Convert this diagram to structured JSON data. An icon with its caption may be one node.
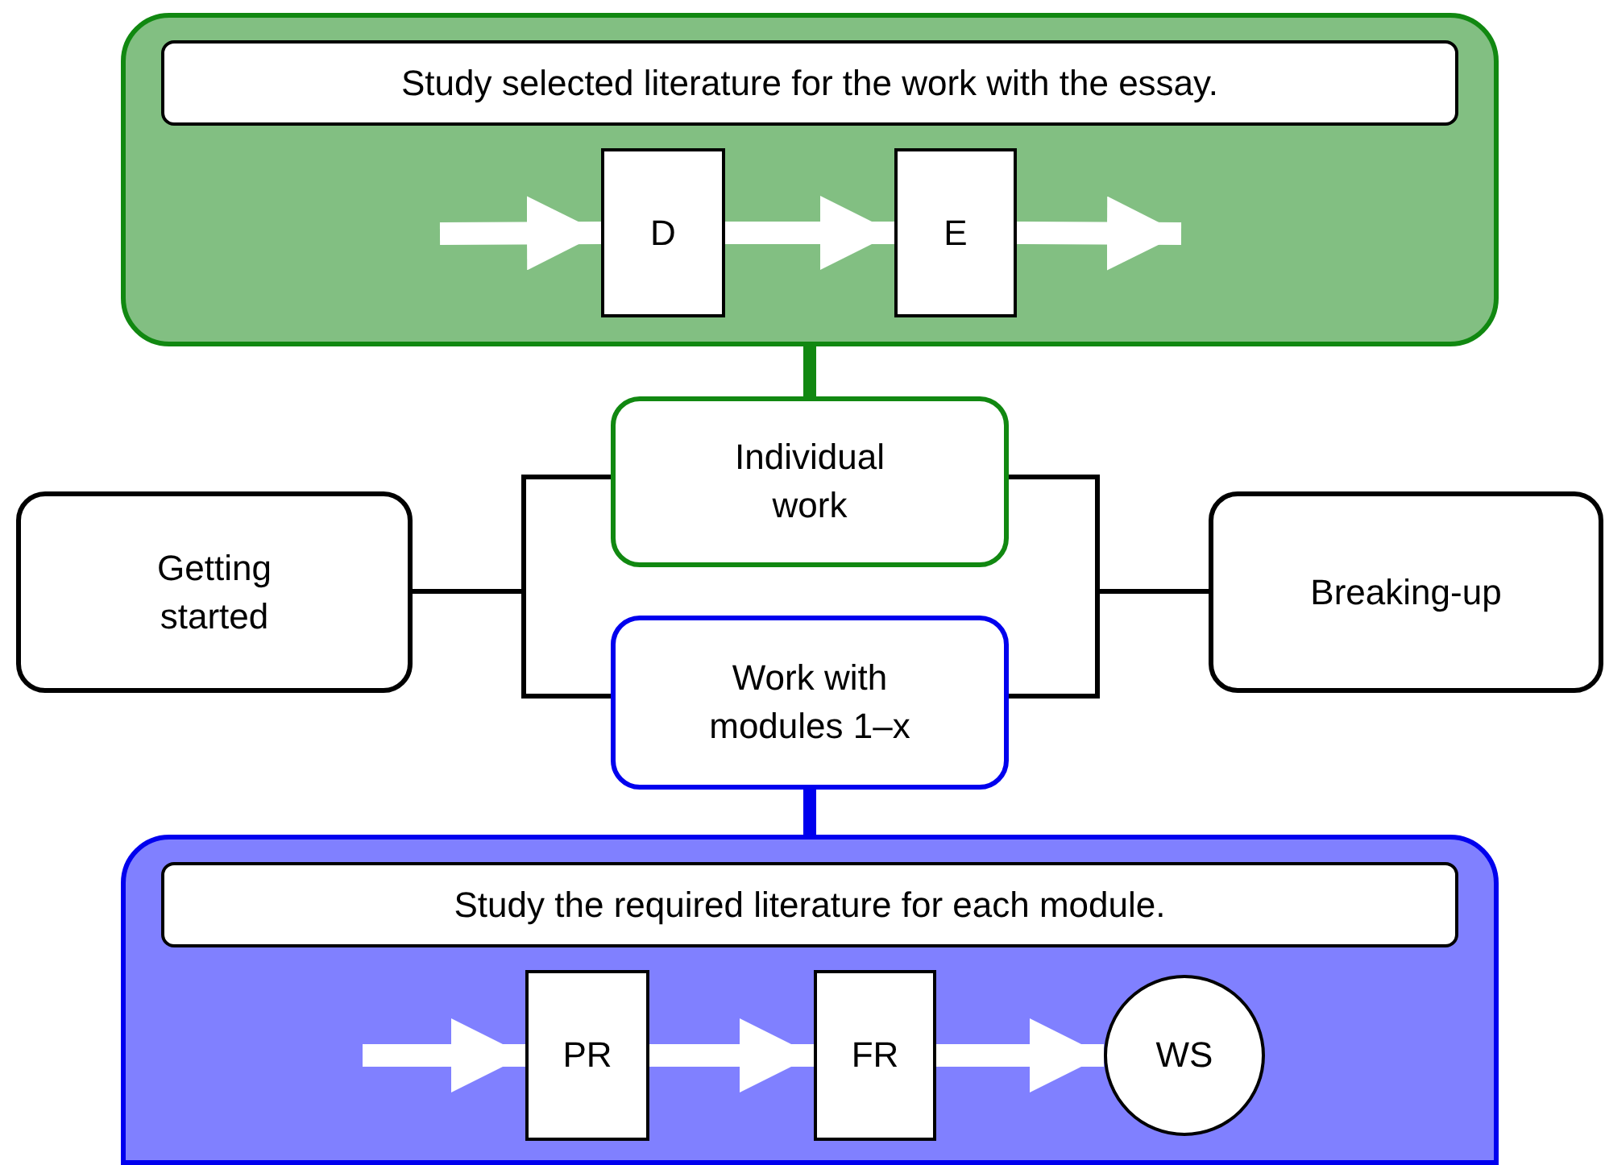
{
  "diagram": {
    "nodes": [
      {
        "text": [],
        "shape": "box"
      },
      {
        "text": [
          "Study selected literature for the work with the essay."
        ],
        "in": 0
      },
      {
        "text": [
          "D"
        ],
        "in": 0
      },
      {
        "text": [
          "E"
        ],
        "in": 0
      },
      {
        "text": [
          "Getting started"
        ]
      },
      {
        "text": [
          "Individual work"
        ]
      },
      {
        "text": [
          "Work with modules 1–x"
        ]
      },
      {
        "text": [
          "Breaking-up"
        ]
      },
      {
        "text": [],
        "shape": "box"
      },
      {
        "text": [
          "Study the required literature for each module."
        ],
        "in": 8
      },
      {
        "text": [
          "PR"
        ],
        "in": 8
      },
      {
        "text": [
          "FR"
        ],
        "in": 8
      },
      {
        "text": [
          "WS"
        ],
        "in": 8
      }
    ],
    "edges": [
      {
        "from": null,
        "to": 2,
        "arrow": "to",
        "color": "#ffffff"
      },
      {
        "from": 2,
        "to": 3,
        "arrow": "to",
        "color": "#ffffff"
      },
      {
        "from": 3,
        "to": null,
        "arrow": "to",
        "color": "#ffffff"
      },
      {
        "from": 5,
        "to": 0,
        "arrow": "none",
        "color": "#118811"
      },
      {
        "from": 4,
        "to": 5,
        "arrow": "none",
        "color": "#000000"
      },
      {
        "from": 4,
        "to": 6,
        "arrow": "none",
        "color": "#000000"
      },
      {
        "from": 5,
        "to": 7,
        "arrow": "none",
        "color": "#000000"
      },
      {
        "from": 6,
        "to": 7,
        "arrow": "none",
        "color": "#000000"
      },
      {
        "from": 6,
        "to": 8,
        "arrow": "none",
        "color": "#0000ee"
      },
      {
        "from": null,
        "to": 10,
        "arrow": "to",
        "color": "#ffffff"
      },
      {
        "from": 10,
        "to": 11,
        "arrow": "to",
        "color": "#ffffff"
      },
      {
        "from": 11,
        "to": 12,
        "arrow": "to",
        "color": "#ffffff"
      }
    ]
  }
}
